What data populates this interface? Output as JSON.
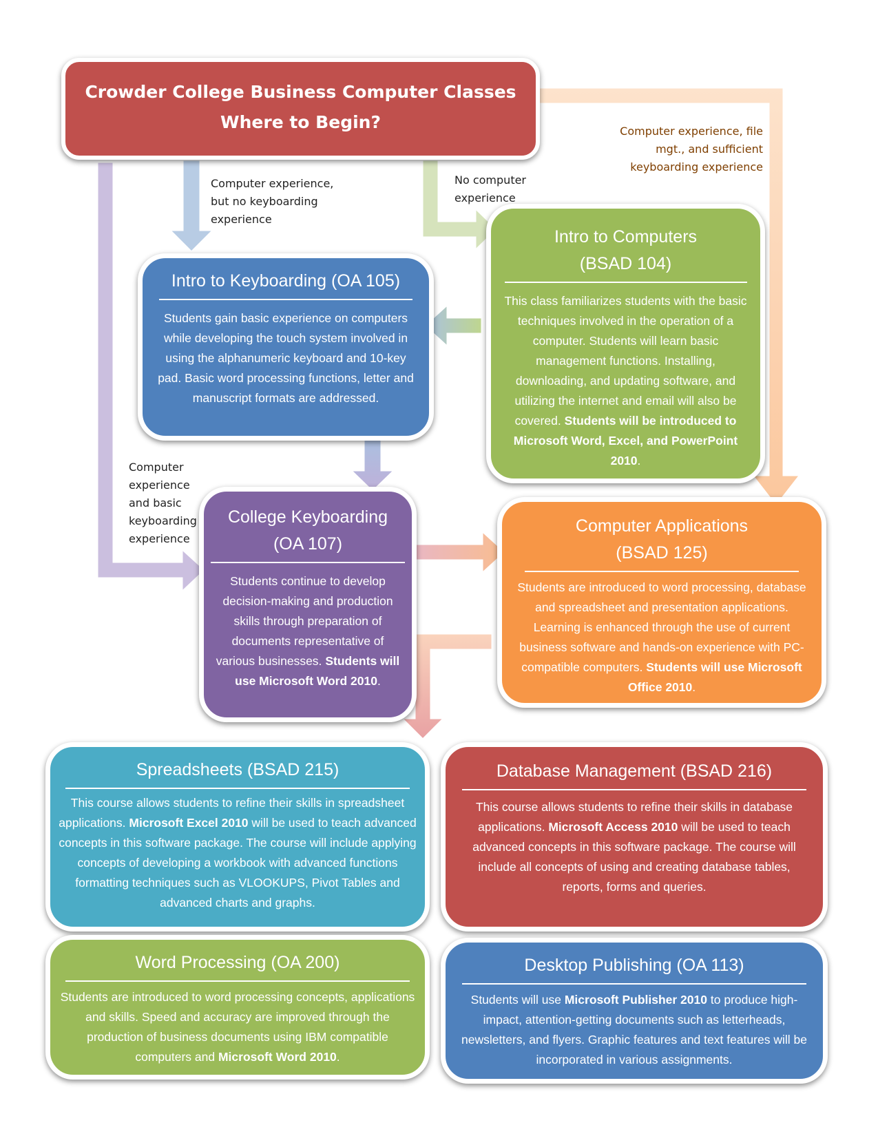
{
  "header": {
    "line1": "Crowder College Business Computer Classes",
    "line2": "Where to Begin?",
    "color": "#c0504d"
  },
  "paths": {
    "keyboarding_direct": "Computer experience, but no keyboarding experience",
    "intro_computers": "No computer experience",
    "applications_direct": "Computer experience, file mgt., and sufficient keyboarding experience",
    "college_keyboarding_direct": "Computer experience and basic keyboarding experience"
  },
  "courses": {
    "oa105": {
      "title": "Intro to Keyboarding (OA 105)",
      "body": "Students gain basic experience on computers while developing the touch system involved in using the alphanumeric keyboard and 10-key pad. Basic word processing functions, letter and manuscript formats are addressed.",
      "color": "#4f81bd"
    },
    "bsad104": {
      "title_line1": "Intro to Computers",
      "title_line2": "(BSAD 104)",
      "body": "This class familiarizes students with the basic techniques involved in the operation of a computer. Students will learn basic management functions. Installing, downloading, and updating software, and utilizing the internet and email will also be covered.",
      "body_bold": "Students will be introduced to Microsoft Word, Excel, and PowerPoint 2010",
      "color": "#9bbb59"
    },
    "oa107": {
      "title_line1": "College Keyboarding",
      "title_line2": "(OA 107)",
      "body": "Students continue to develop decision-making and production skills through preparation of documents representative of various businesses.",
      "body_bold": "Students will use Microsoft Word 2010",
      "color": "#8064a2"
    },
    "bsad125": {
      "title_line1": "Computer Applications",
      "title_line2": "(BSAD 125)",
      "body": "Students are introduced to word processing, database and spreadsheet and presentation applications. Learning is enhanced through the use of current business software and hands-on experience with PC-compatible computers.",
      "body_bold": "Students will use Microsoft Office 2010",
      "color": "#f79646"
    },
    "bsad215": {
      "title": "Spreadsheets (BSAD 215)",
      "body_a": "This course allows students to refine their skills in spreadsheet applications.",
      "body_bold": "Microsoft Excel 2010",
      "body_b": "will be used to teach advanced concepts in this software package. The course will include applying concepts of developing a workbook with advanced functions formatting techniques such as VLOOKUPS, Pivot Tables and advanced charts and graphs.",
      "color": "#4bacc6"
    },
    "bsad216": {
      "title": "Database Management (BSAD 216)",
      "body_a": "This course allows students to refine their skills in database applications.",
      "body_bold": "Microsoft Access 2010",
      "body_b": "will be used to teach advanced concepts in this software package. The course will include all concepts of using and creating database tables, reports, forms and queries.",
      "color": "#c0504d"
    },
    "oa200": {
      "title": "Word Processing (OA 200)",
      "body_a": "Students are introduced to word processing concepts, applications and skills. Speed and accuracy are improved through the production of business documents using IBM compatible computers and",
      "body_bold": "Microsoft Word 2010",
      "color": "#9bbb59"
    },
    "oa113": {
      "title": "Desktop Publishing (OA 113)",
      "body_a": "Students will use",
      "body_bold": "Microsoft Publisher 2010",
      "body_b": "to produce high-impact, attention-getting documents such as letterheads, newsletters, and flyers. Graphic features and text features will be incorporated in various assignments.",
      "color": "#4f81bd"
    }
  }
}
